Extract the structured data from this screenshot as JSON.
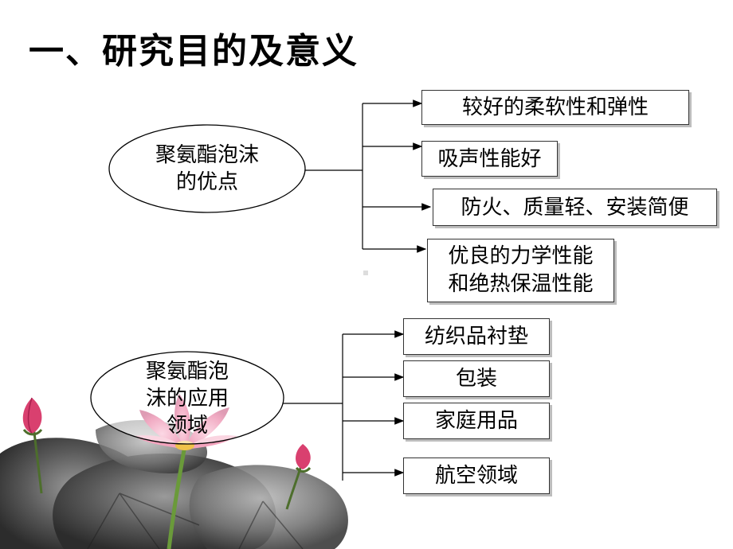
{
  "title": "一、研究目的及意义",
  "advantages": {
    "center": [
      "聚氨酯泡沫",
      "的优点"
    ],
    "items": [
      "较好的柔软性和弹性",
      "吸声性能好",
      "防火、质量轻、安装简便",
      [
        "优良的力学性能",
        "和绝热保温性能"
      ]
    ]
  },
  "applications": {
    "center": [
      "聚氨酯泡",
      "沫的应用",
      "领域"
    ],
    "items": [
      "纺织品衬垫",
      "包装",
      "家庭用品",
      "航空领域"
    ]
  },
  "colors": {
    "ink_leaf": "#3b3b3b",
    "lotus_pink": "#e0457a",
    "stem_green": "#6a9a3a"
  }
}
